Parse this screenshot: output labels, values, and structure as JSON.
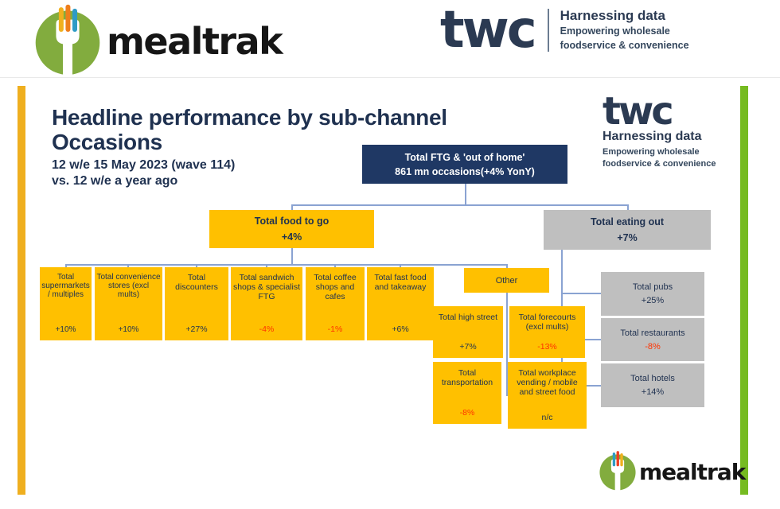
{
  "header": {
    "mealtrak": {
      "text": "mealtrak"
    },
    "twc": {
      "word": "twc",
      "tagline_title": "Harnessing data",
      "tagline_line1": "Empowering wholesale",
      "tagline_line2": "foodservice & convenience"
    }
  },
  "slide": {
    "title_line1": "Headline performance by sub-channel",
    "title_line2": "Occasions",
    "subtitle_line1": "12 w/e 15 May 2023 (wave 114)",
    "subtitle_line2": "vs. 12 w/e a year ago",
    "twc_logo": {
      "word": "twc",
      "tagline_title": "Harnessing data",
      "tagline_line1": "Empowering wholesale",
      "tagline_line2": "foodservice & convenience"
    },
    "mealtrak_footer": {
      "text": "mealtrak"
    }
  },
  "diagram": {
    "type": "org-chart",
    "nodes": {
      "root": {
        "label": "Total FTG & 'out of home'",
        "value": "861 mn occasions(+4% YonY)"
      },
      "food_to_go": {
        "label": "Total food to go",
        "value": "+4%"
      },
      "eating_out": {
        "label": "Total eating out",
        "value": "+7%"
      },
      "supermarkets": {
        "label": "Total supermarkets / multiples",
        "value": "+10%"
      },
      "convenience": {
        "label": "Total convenience stores (excl mults)",
        "value": "+10%"
      },
      "discounters": {
        "label": "Total discounters",
        "value": "+27%"
      },
      "sandwich": {
        "label": "Total sandwich shops & specialist FTG",
        "value": "-4%"
      },
      "coffee": {
        "label": "Total coffee shops and cafes",
        "value": "-1%"
      },
      "fast_food": {
        "label": "Total fast food and takeaway",
        "value": "+6%"
      },
      "other": {
        "label": "Other",
        "value": ""
      },
      "high_street": {
        "label": "Total high street",
        "value": "+7%"
      },
      "forecourts": {
        "label": "Total forecourts (excl mults)",
        "value": "-13%"
      },
      "transportation": {
        "label": "Total transportation",
        "value": "-8%"
      },
      "workplace": {
        "label": "Total workplace vending / mobile and street food",
        "value": "n/c"
      },
      "pubs": {
        "label": "Total pubs",
        "value": "+25%"
      },
      "restaurants": {
        "label": "Total restaurants",
        "value": "-8%"
      },
      "hotels": {
        "label": "Total hotels",
        "value": "+14%"
      }
    },
    "edges": [
      [
        "root",
        "food_to_go"
      ],
      [
        "root",
        "eating_out"
      ],
      [
        "food_to_go",
        "supermarkets"
      ],
      [
        "food_to_go",
        "convenience"
      ],
      [
        "food_to_go",
        "discounters"
      ],
      [
        "food_to_go",
        "sandwich"
      ],
      [
        "food_to_go",
        "coffee"
      ],
      [
        "food_to_go",
        "fast_food"
      ],
      [
        "food_to_go",
        "other"
      ],
      [
        "other",
        "high_street"
      ],
      [
        "other",
        "forecourts"
      ],
      [
        "other",
        "transportation"
      ],
      [
        "other",
        "workplace"
      ],
      [
        "eating_out",
        "pubs"
      ],
      [
        "eating_out",
        "restaurants"
      ],
      [
        "eating_out",
        "hotels"
      ]
    ],
    "colors": {
      "positive_box_yellow": "#FFC000",
      "eating_out_gray": "#BFBFBF",
      "root_navy": "#1F3864",
      "negative_text_red": "#FF3300",
      "connector_blue": "#8AA3D2",
      "left_accent_bar": "#EFAF1F",
      "right_accent_bar": "#76BB21",
      "mealtrak_green": "#82AC3E",
      "twc_navy": "#2B3A52"
    }
  }
}
